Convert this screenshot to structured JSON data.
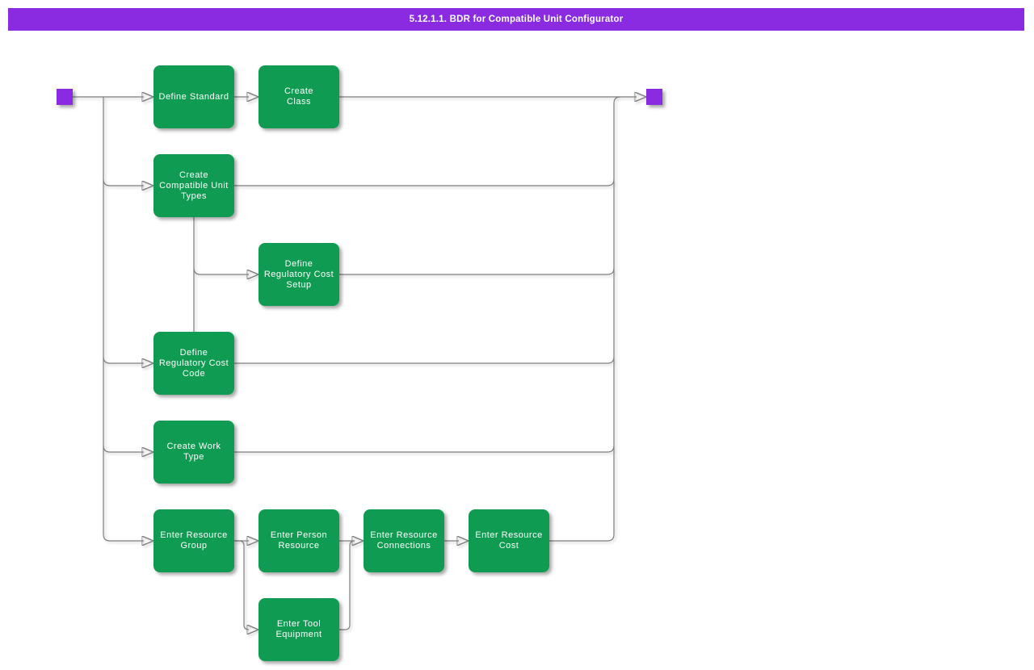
{
  "title": {
    "text": "5.12.1.1. BDR for Compatible Unit Configurator"
  },
  "colors": {
    "accent_purple": "#8a2be2",
    "activity_green": "#109b52",
    "connector_gray": "#7f7f7f",
    "label_white": "#ffffff",
    "background": "#ffffff"
  },
  "diagram": {
    "type": "flowchart",
    "terminals": [
      {
        "id": "start",
        "shape": "square"
      },
      {
        "id": "end",
        "shape": "square"
      }
    ],
    "nodes": [
      {
        "id": "define-standard",
        "label": "Define Standard"
      },
      {
        "id": "create-class",
        "label": "Create\nClass"
      },
      {
        "id": "create-compatible-unit-types",
        "label": "Create\nCompatible Unit\nTypes"
      },
      {
        "id": "define-regulatory-cost-setup",
        "label": "Define\nRegulatory Cost\nSetup"
      },
      {
        "id": "define-regulatory-cost-code",
        "label": "Define\nRegulatory Cost\nCode"
      },
      {
        "id": "create-work-type",
        "label": "Create Work\nType"
      },
      {
        "id": "enter-resource-group",
        "label": "Enter Resource\nGroup"
      },
      {
        "id": "enter-person-resource",
        "label": "Enter Person\nResource"
      },
      {
        "id": "enter-resource-connections",
        "label": "Enter Resource\nConnections"
      },
      {
        "id": "enter-resource-cost",
        "label": "Enter Resource\nCost"
      },
      {
        "id": "enter-tool-equipment",
        "label": "Enter Tool\nEquipment"
      }
    ],
    "edges": [
      {
        "from": "start",
        "to": "define-standard"
      },
      {
        "from": "start",
        "to": "create-compatible-unit-types"
      },
      {
        "from": "start",
        "to": "define-regulatory-cost-code"
      },
      {
        "from": "start",
        "to": "create-work-type"
      },
      {
        "from": "start",
        "to": "enter-resource-group"
      },
      {
        "from": "define-standard",
        "to": "create-class"
      },
      {
        "from": "create-class",
        "to": "end"
      },
      {
        "from": "create-compatible-unit-types",
        "to": "define-regulatory-cost-setup"
      },
      {
        "from": "create-compatible-unit-types",
        "to": "define-regulatory-cost-code"
      },
      {
        "from": "create-compatible-unit-types",
        "to": "end"
      },
      {
        "from": "define-regulatory-cost-setup",
        "to": "end"
      },
      {
        "from": "define-regulatory-cost-code",
        "to": "end"
      },
      {
        "from": "create-work-type",
        "to": "end"
      },
      {
        "from": "enter-resource-group",
        "to": "enter-person-resource"
      },
      {
        "from": "enter-resource-group",
        "to": "enter-tool-equipment"
      },
      {
        "from": "enter-person-resource",
        "to": "enter-resource-connections"
      },
      {
        "from": "enter-tool-equipment",
        "to": "enter-resource-connections"
      },
      {
        "from": "enter-resource-connections",
        "to": "enter-resource-cost"
      },
      {
        "from": "enter-resource-cost",
        "to": "end"
      }
    ]
  }
}
